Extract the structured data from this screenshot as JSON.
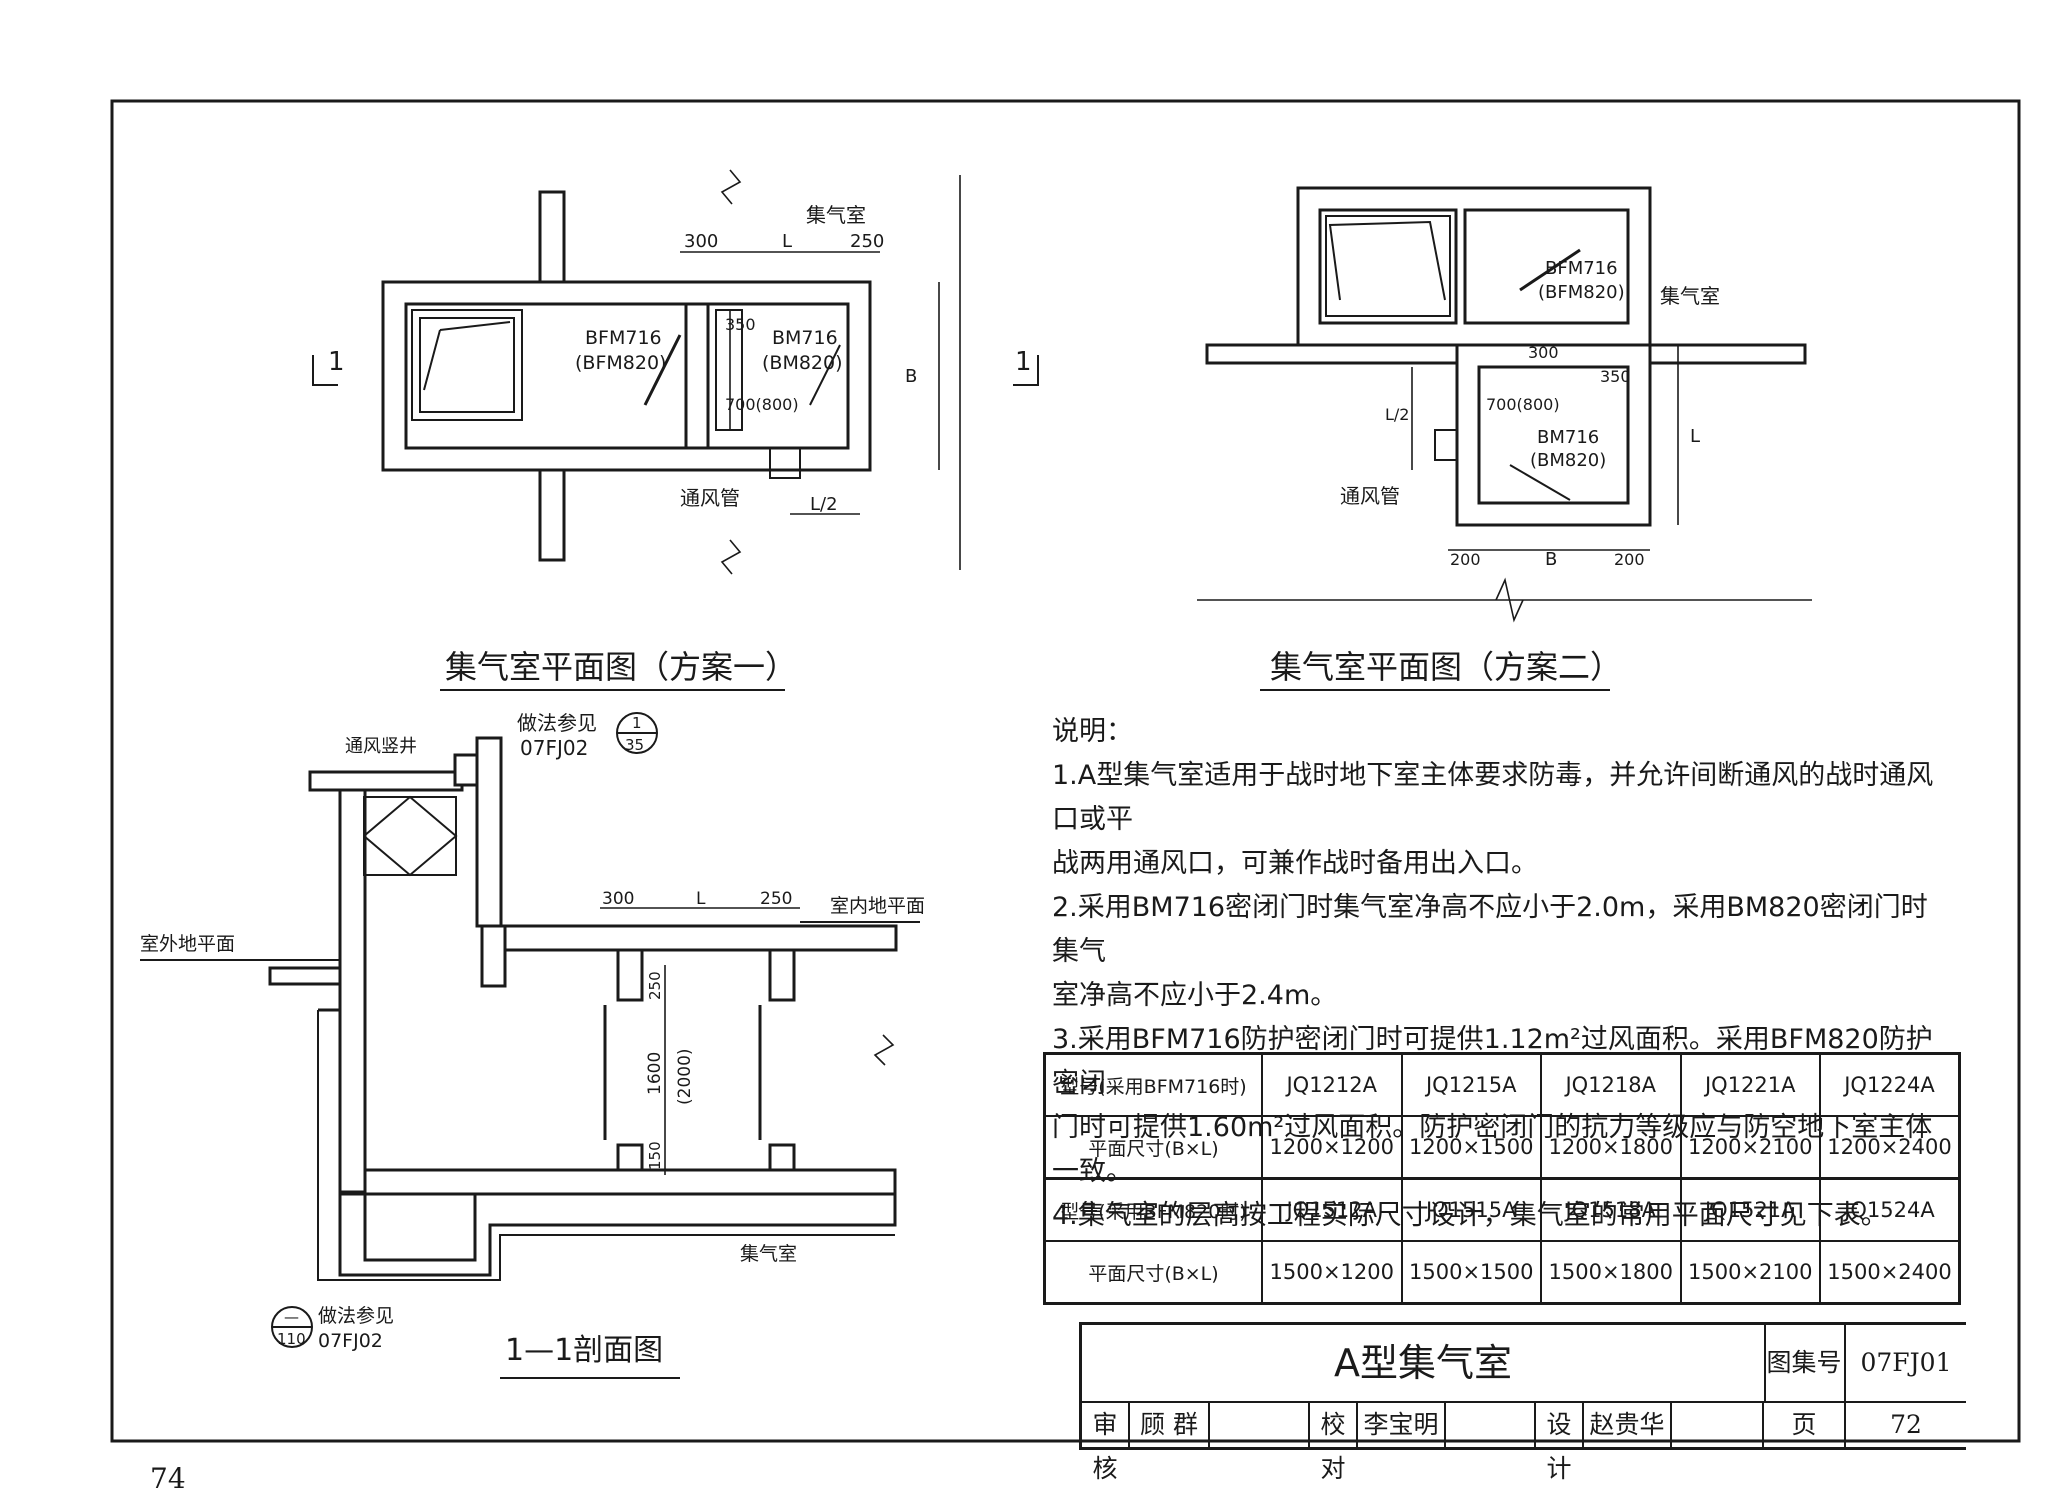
{
  "plan1": {
    "title": "集气室平面图（方案一）",
    "label_room": "集气室",
    "door_outer": "BFM716",
    "door_outer_alt": "(BFM820)",
    "door_inner": "BM716",
    "door_inner_alt": "(BM820)",
    "duct": "通风管",
    "section_mark": "1",
    "dim_300": "300",
    "dim_L": "L",
    "dim_250": "250",
    "dim_B": "B",
    "dim_350": "350",
    "dim_700": "700(800)",
    "dim_L2": "L/2"
  },
  "plan2": {
    "title": "集气室平面图（方案二）",
    "label_room": "集气室",
    "door_outer": "BFM716",
    "door_outer_alt": "(BFM820)",
    "door_inner": "BM716",
    "door_inner_alt": "(BM820)",
    "duct": "通风管",
    "dim_300": "300",
    "dim_350": "350",
    "dim_700": "700(800)",
    "dim_L2": "L/2",
    "dim_L": "L",
    "dim_200": "200",
    "dim_B": "B"
  },
  "section": {
    "title": "1—1剖面图",
    "shaft": "通风竖井",
    "ref_top": "做法参见",
    "ref_top_code": "07FJ02",
    "ref_top_num": "1",
    "ref_top_den": "35",
    "outdoor": "室外地平面",
    "indoor": "室内地平面",
    "room": "集气室",
    "dim_300": "300",
    "dim_L": "L",
    "dim_250": "250",
    "dim_1600": "1600",
    "dim_2000": "(2000)",
    "dim_150": "150",
    "ref_bot": "做法参见",
    "ref_bot_code": "07FJ02",
    "ref_bot_num": "—",
    "ref_bot_den": "110"
  },
  "notes": {
    "heading": "说明：",
    "items": [
      "1.A型集气室适用于战时地下室主体要求防毒，并允许间断通风的战时通风口或平",
      "战两用通风口，可兼作战时备用出入口。",
      "2.采用BM716密闭门时集气室净高不应小于2.0m，采用BM820密闭门时集气",
      "室净高不应小于2.4m。",
      "3.采用BFM716防护密闭门时可提供1.12m²过风面积。采用BFM820防护密闭",
      "门时可提供1.60m²过风面积。防护密闭门的抗力等级应与防空地下室主体一致。",
      "4.集气室的层高按工程实际尺寸设计，集气室的常用平面尺寸见下表。"
    ]
  },
  "table": {
    "rows": [
      [
        "型号(采用BFM716时)",
        "JQ1212A",
        "JQ1215A",
        "JQ1218A",
        "JQ1221A",
        "JQ1224A"
      ],
      [
        "平面尺寸(B×L)",
        "1200×1200",
        "1200×1500",
        "1200×1800",
        "1200×2100",
        "1200×2400"
      ],
      [
        "型号(采用BFM820时)",
        "JQ1512A",
        "JQ1515A",
        "JQ1518A",
        "JQ1521A",
        "JQ1524A"
      ],
      [
        "平面尺寸(B×L)",
        "1500×1200",
        "1500×1500",
        "1500×1800",
        "1500×2100",
        "1500×2400"
      ]
    ]
  },
  "title_block": {
    "title": "A型集气室",
    "atlas_label": "图集号",
    "atlas_no": "07FJ01",
    "review": "审核",
    "reviewer": "顾 群",
    "check": "校对",
    "checker": "李宝明",
    "design": "设计",
    "designer": "赵贵华",
    "page_label": "页",
    "page_no": "72"
  },
  "page_number": "74"
}
